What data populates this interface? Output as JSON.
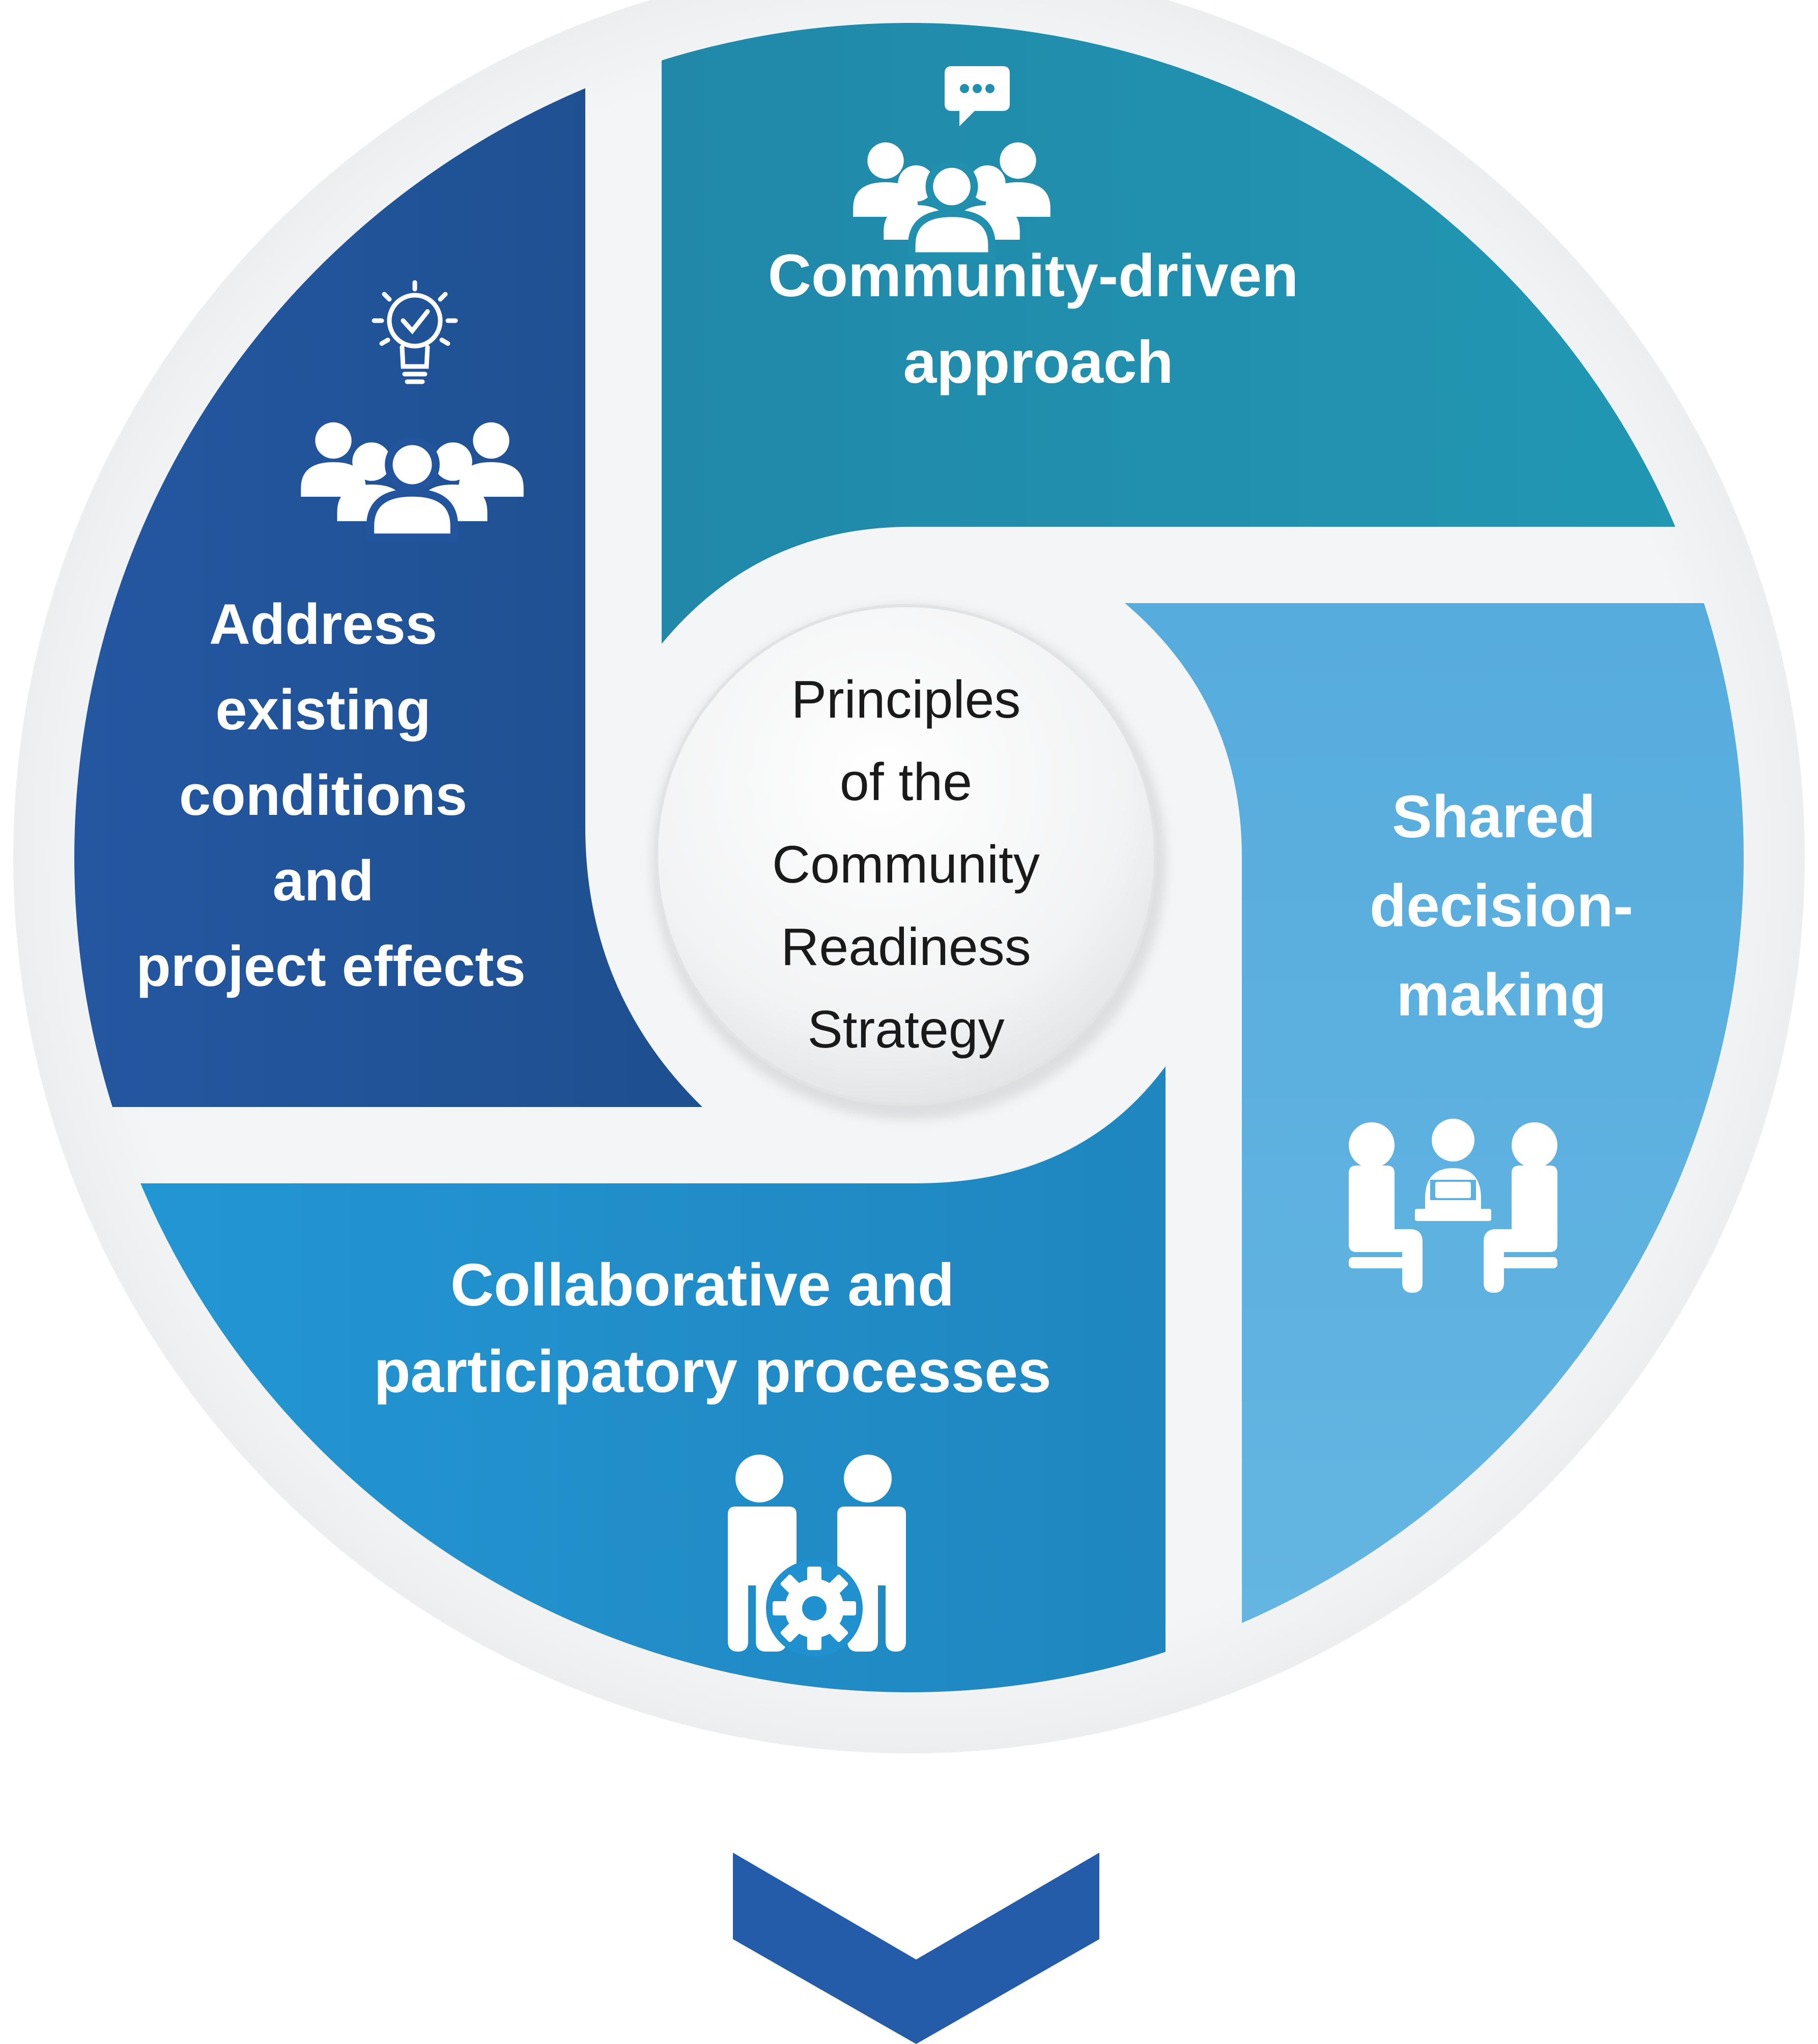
{
  "center": {
    "lines": [
      "Principles",
      "of the",
      "Community",
      "Readiness",
      "Strategy"
    ]
  },
  "segments": {
    "top_right": {
      "lines": [
        "Community-driven",
        "approach"
      ],
      "icon": "group-chat-icon",
      "color": "#2190AE"
    },
    "top_left": {
      "lines": [
        "Address",
        "existing",
        "conditions",
        "and",
        "project effects"
      ],
      "icons": [
        "lightbulb-check-icon",
        "group-icon"
      ],
      "color": "#22559E"
    },
    "right": {
      "lines": [
        "Shared",
        "decision-",
        "making"
      ],
      "icon": "meeting-table-icon",
      "color": "#5EB0E0"
    },
    "bottom": {
      "lines": [
        "Collaborative and",
        "participatory processes"
      ],
      "icon": "people-gear-icon",
      "color": "#2090CE"
    }
  },
  "arrow": {
    "icon": "chevron-down-icon",
    "color": "#255CA9"
  }
}
